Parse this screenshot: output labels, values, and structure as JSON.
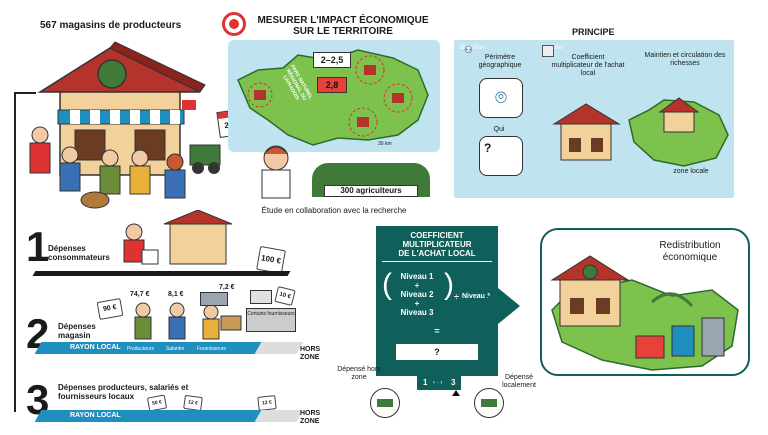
{
  "top_left": {
    "title": "567 magasins de producteurs",
    "year": "2021"
  },
  "measure": {
    "title_line1": "MESURER L'IMPACT ÉCONOMIQUE",
    "title_line2": "SUR LE TERRITOIRE",
    "range_low": "2–2,5",
    "value_high": "2,8",
    "park_label": "PARC NATUREL RÉGIONAL DU LIVRADOIS",
    "distance": "30 km",
    "farmers": "300 agriculteurs",
    "study": "Étude en collaboration avec la recherche"
  },
  "principle": {
    "title": "PRINCIPE",
    "identify": "identifier",
    "calculate": "calculer",
    "perimeter": "Périmètre géographique",
    "who": "Qui",
    "coefficient": "Coefficient multiplicateur de l'achat local",
    "maintain": "Maintien et circulation des richesses",
    "local_zone": "zone locale"
  },
  "steps": [
    {
      "number": "1",
      "title": "Dépenses consommateurs",
      "price": "100 €"
    },
    {
      "number": "2",
      "title": "Dépenses magasin",
      "band": "RAYON LOCAL",
      "note_left": "90 €",
      "amount_a": "74,7 €",
      "amount_b": "8,1 €",
      "amount_c": "7,2 €",
      "producers": "Producteurs",
      "employees": "Salariés",
      "suppliers": "Fournisseurs",
      "certain_suppliers": "Certains fournisseurs",
      "note_right": "10 €",
      "out_zone_line1": "HORS",
      "out_zone_line2": "ZONE"
    },
    {
      "number": "3",
      "title": "Dépenses producteurs, salariés et fournisseurs locaux",
      "band": "RAYON LOCAL",
      "note_1": "50 €",
      "note_2": "12 €",
      "note_3": "12 €",
      "out_zone_line1": "HORS",
      "out_zone_line2": "ZONE"
    }
  ],
  "formula": {
    "title_line1": "COEFFICIENT",
    "title_line2": "MULTIPLICATEUR",
    "title_line3": "DE L'ACHAT LOCAL",
    "level1": "Niveau 1",
    "plus1": "+",
    "level2": "Niveau 2",
    "plus2": "+",
    "level3": "Niveau 3",
    "divide": "÷",
    "divisor": "Niveau 1",
    "equals": "=",
    "result": "?",
    "scale_min": "1",
    "scale_max": "3",
    "spent_out": "Dépensé hors zone",
    "spent_local": "Dépensé localement"
  },
  "redistribution": {
    "title_line1": "Redistribution",
    "title_line2": "économique"
  },
  "colors": {
    "teal": "#0f5f5a",
    "light_blue": "#bfe3ef",
    "green": "#7cc24d",
    "red": "#b4342c",
    "blue_band": "#1f8fc0"
  }
}
